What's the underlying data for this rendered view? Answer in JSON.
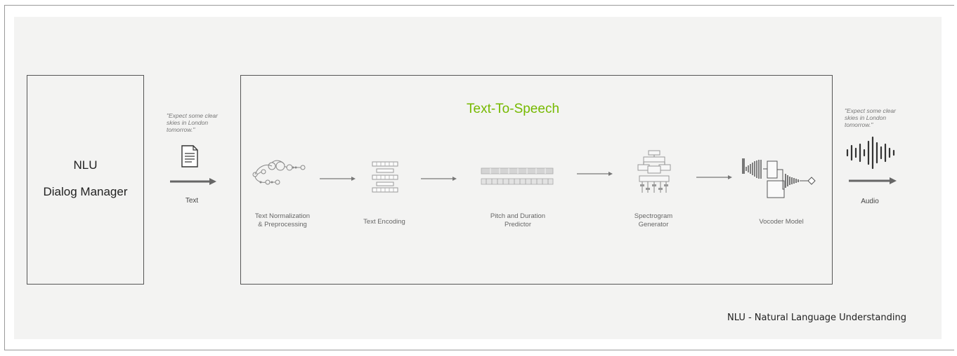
{
  "nlu_box": {
    "line1": "NLU",
    "line2": "Dialog Manager"
  },
  "input": {
    "quote_lines": [
      "\"Expect some clear",
      "skies in London",
      "tomorrow.\""
    ],
    "label": "Text"
  },
  "tts": {
    "title": "Text-To-Speech",
    "stages": [
      {
        "lines": [
          "Text Normalization",
          "& Preprocessing"
        ]
      },
      {
        "lines": [
          "Text Encoding"
        ]
      },
      {
        "lines": [
          "Pitch and Duration",
          "Predictor"
        ]
      },
      {
        "lines": [
          "Spectrogram",
          "Generator"
        ]
      },
      {
        "lines": [
          "Vocoder Model"
        ]
      }
    ]
  },
  "output": {
    "quote_lines": [
      "\"Expect some clear",
      "skies in London",
      "tomorrow.\""
    ],
    "label": "Audio"
  },
  "footnote": "NLU - Natural Language Understanding",
  "colors": {
    "accent": "#76b900",
    "arrow": "#666666",
    "border": "#555555"
  },
  "icons": [
    "document-icon",
    "graph-icon",
    "encoder-icon",
    "predictor-icon",
    "spectrogram-icon",
    "vocoder-icon",
    "waveform-icon"
  ]
}
